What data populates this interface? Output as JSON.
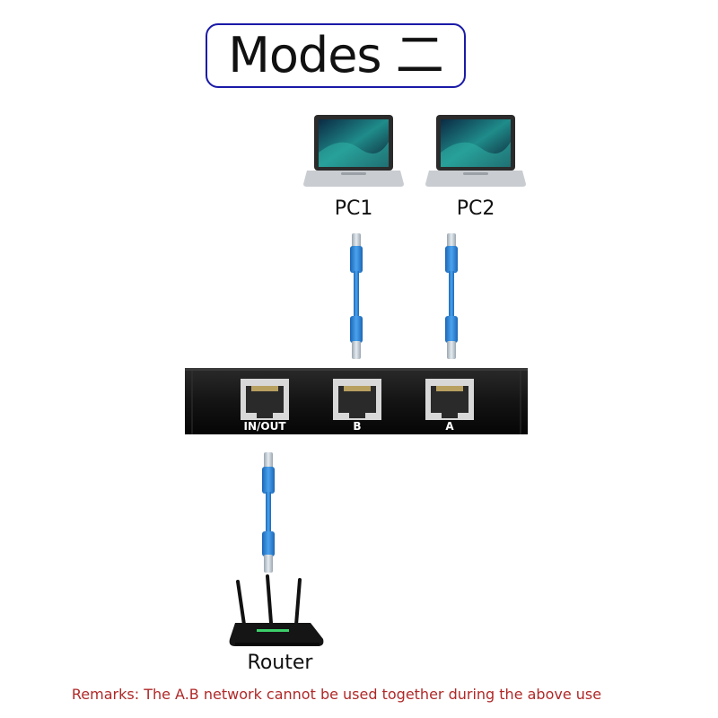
{
  "title": "Modes 二",
  "devices": {
    "pc1_label": "PC1",
    "pc2_label": "PC2",
    "router_label": "Router"
  },
  "switch": {
    "port_inout_label": "IN/OUT",
    "port_b_label": "B",
    "port_a_label": "A"
  },
  "remarks": "Remarks: The A.B network cannot be used together during the above use",
  "colors": {
    "title_border": "#1a1aa8",
    "remarks_text": "#b02828",
    "cable": "#2a7fd4"
  }
}
